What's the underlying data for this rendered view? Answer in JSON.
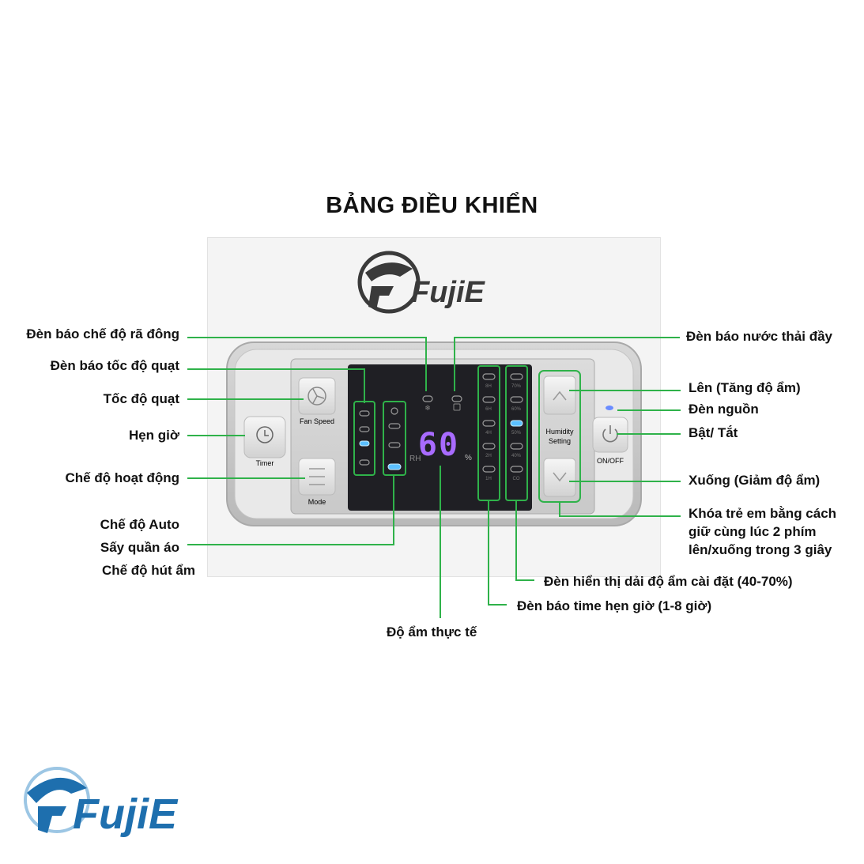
{
  "title": "BẢNG ĐIỀU KHIỂN",
  "brand": {
    "logo_text": "FujiE",
    "color_dark": "#3a3a3a",
    "color_blue": "#1e6fae"
  },
  "panel": {
    "fan_speed_label": "Fan Speed",
    "timer_label": "Timer",
    "mode_label": "Mode",
    "humidity_label_line1": "Humidity",
    "humidity_label_line2": "Setting",
    "onoff_label": "ON/OFF",
    "display_value": "60",
    "rh_label": "RH",
    "percent_label": "%",
    "timer_ticks": [
      "8H",
      "6H",
      "4H",
      "2H",
      "1H"
    ],
    "humidity_ticks": [
      "70%",
      "60%",
      "50%",
      "40%",
      "CO"
    ]
  },
  "annotations": {
    "defrost": "Đèn báo chế độ rã đông",
    "fan_indicator": "Đèn báo tốc độ quạt",
    "fan_speed": "Tốc độ quạt",
    "timer": "Hẹn giờ",
    "mode": "Chế độ hoạt động",
    "auto": "Chế độ Auto",
    "dry_clothes": "Sấy quần áo",
    "dehumidify": "Chế độ hút ẩm",
    "water_full": "Đèn báo nước thải đầy",
    "up": "Lên (Tăng độ ẩm)",
    "power_light": "Đèn nguồn",
    "onoff": "Bật/ Tắt",
    "down": "Xuống (Giảm độ ẩm)",
    "child_lock_1": "Khóa trẻ em bằng cách",
    "child_lock_2": "giữ cùng lúc 2 phím",
    "child_lock_3": "lên/xuống trong 3 giây",
    "humidity_range": "Đèn hiển thị dải độ ẩm cài đặt (40-70%)",
    "timer_range": "Đèn báo time hẹn giờ (1-8 giờ)",
    "actual_humidity": "Độ ẩm thực tế"
  },
  "colors": {
    "leader": "#2fb24a",
    "display_bg": "#1f1f24",
    "digits": "#a86bff",
    "led": "#5bc0ff"
  }
}
